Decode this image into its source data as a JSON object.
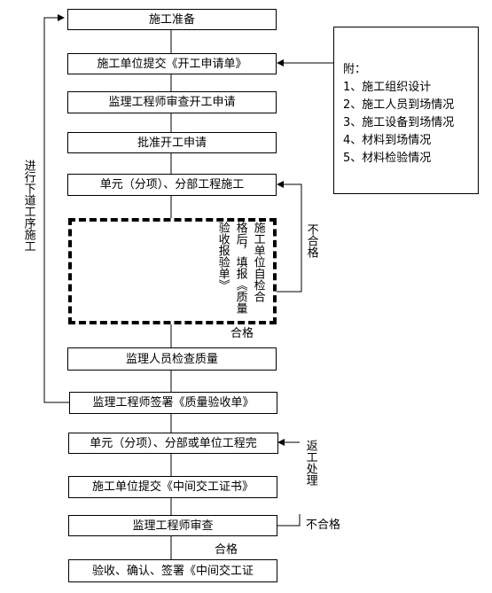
{
  "steps": {
    "s1": "施工准备",
    "s2": "施工单位提交《开工申请单》",
    "s3": "监理工程师审查开工申请",
    "s4": "批准开工申请",
    "s5": "单元（分项）、分部工程施工",
    "s6": "监理人员检查质量",
    "s7": "监理工程师签署《质量验收单》",
    "s8": "单元（分项）、分部或单位工程完",
    "s9": "施工单位提交《中间交工证书》",
    "s10": "监理工程师审查",
    "s11": "验收、确认、签署《中间交工证"
  },
  "self_check": {
    "line1": "施工单位自检合",
    "line2": "格后，填报《质量",
    "line3": "验收报验单》"
  },
  "labels": {
    "next_process": "进行下道工序施工",
    "fail_1": "不合格",
    "pass_1": "合格",
    "rework": "返工处理",
    "fail_2": "不合格",
    "pass_2": "合格"
  },
  "attachments": {
    "title": "附：",
    "items": [
      "1、施工组织设计",
      "2、施工人员到场情况",
      "3、施工设备到场情况",
      "4、材料到场情况",
      "5、材料检验情况"
    ]
  }
}
